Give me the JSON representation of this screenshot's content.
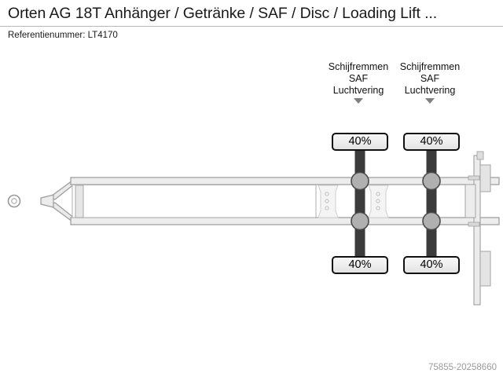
{
  "header": {
    "title": "Orten AG 18T Anhänger / Getränke / SAF / Disc / Loading Lift ...",
    "reference_label": "Referentienummer: LT4170"
  },
  "diagram": {
    "name": "trailer-axle-layout-diagram",
    "axle_groups": [
      {
        "id": "axle-1",
        "caption_lines": [
          "Schijfremmen",
          "SAF",
          "Luchtvering"
        ],
        "arrow": "chevron-down-icon",
        "top_value": "40%",
        "bottom_value": "40%"
      },
      {
        "id": "axle-2",
        "caption_lines": [
          "Schijfremmen",
          "SAF",
          "Luchtvering"
        ],
        "arrow": "chevron-down-icon",
        "top_value": "40%",
        "bottom_value": "40%"
      }
    ],
    "colors": {
      "frame_stroke": "#9a9a9a",
      "frame_fill": "#e8e8e8",
      "body_fill": "#ffffff",
      "axle_bar": "#3b3b3b",
      "hub_fill": "#b0b0b0",
      "box_border": "#111111",
      "box_fill": "#ededed",
      "arrow": "#808080"
    }
  },
  "watermark": {
    "code": "75855-20258660"
  }
}
